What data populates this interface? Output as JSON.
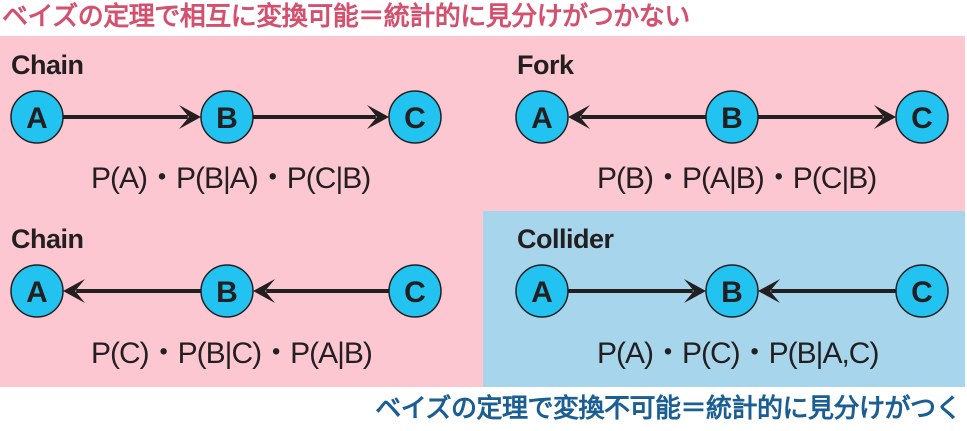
{
  "header": {
    "title": "ベイズの定理で相互に変換可能＝統計的に見分けがつかない"
  },
  "footer": {
    "title": "ベイズの定理で変換不可能＝統計的に見分けがつく"
  },
  "colors": {
    "header_text": "#d4506f",
    "footer_text": "#1a5e94",
    "pink_background": "#fdc7d1",
    "blue_background": "#a7d5ec",
    "node_fill": "#22c3f0",
    "node_stroke": "#231f20",
    "edge": "#231f20"
  },
  "panels": [
    {
      "label": "Chain",
      "nodes": [
        "A",
        "B",
        "C"
      ],
      "edges": [
        {
          "from": "A",
          "to": "B"
        },
        {
          "from": "B",
          "to": "C"
        }
      ],
      "formula": "P(A)・P(B|A)・P(C|B)"
    },
    {
      "label": "Fork",
      "nodes": [
        "A",
        "B",
        "C"
      ],
      "edges": [
        {
          "from": "B",
          "to": "A"
        },
        {
          "from": "B",
          "to": "C"
        }
      ],
      "formula": "P(B)・P(A|B)・P(C|B)"
    },
    {
      "label": "Chain",
      "nodes": [
        "A",
        "B",
        "C"
      ],
      "edges": [
        {
          "from": "B",
          "to": "A"
        },
        {
          "from": "C",
          "to": "B"
        }
      ],
      "formula": "P(C)・P(B|C)・P(A|B)"
    },
    {
      "label": "Collider",
      "nodes": [
        "A",
        "B",
        "C"
      ],
      "edges": [
        {
          "from": "A",
          "to": "B"
        },
        {
          "from": "C",
          "to": "B"
        }
      ],
      "formula": "P(A)・P(C)・P(B|A,C)"
    }
  ]
}
